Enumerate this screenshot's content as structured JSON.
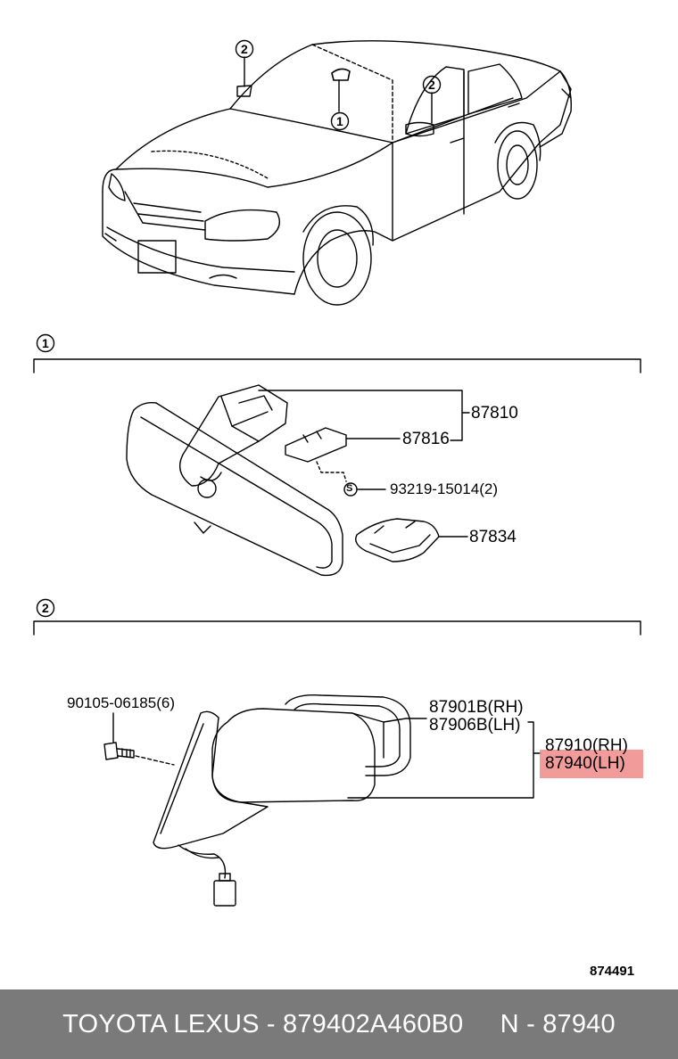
{
  "callouts": {
    "one": "1",
    "two": "2"
  },
  "section1": {
    "marker": "1",
    "parts": {
      "p87810": "87810",
      "p87816": "87816",
      "p93219": "93219-15014(2)",
      "p87834": "87834",
      "s_marker": "S"
    }
  },
  "section2": {
    "marker": "2",
    "parts": {
      "p90105": "90105-06185(6)",
      "p87901b": "87901B(RH)",
      "p87906b": "87906B(LH)",
      "p87910": "87910(RH)",
      "p87940": "87940(LH)"
    },
    "highlight_color": "#f08a8a"
  },
  "diagram_ref": "874491",
  "footer": {
    "text": "TOYOTA LEXUS - 879402A460B0     N - 87940",
    "background": "#7a7a7a"
  }
}
